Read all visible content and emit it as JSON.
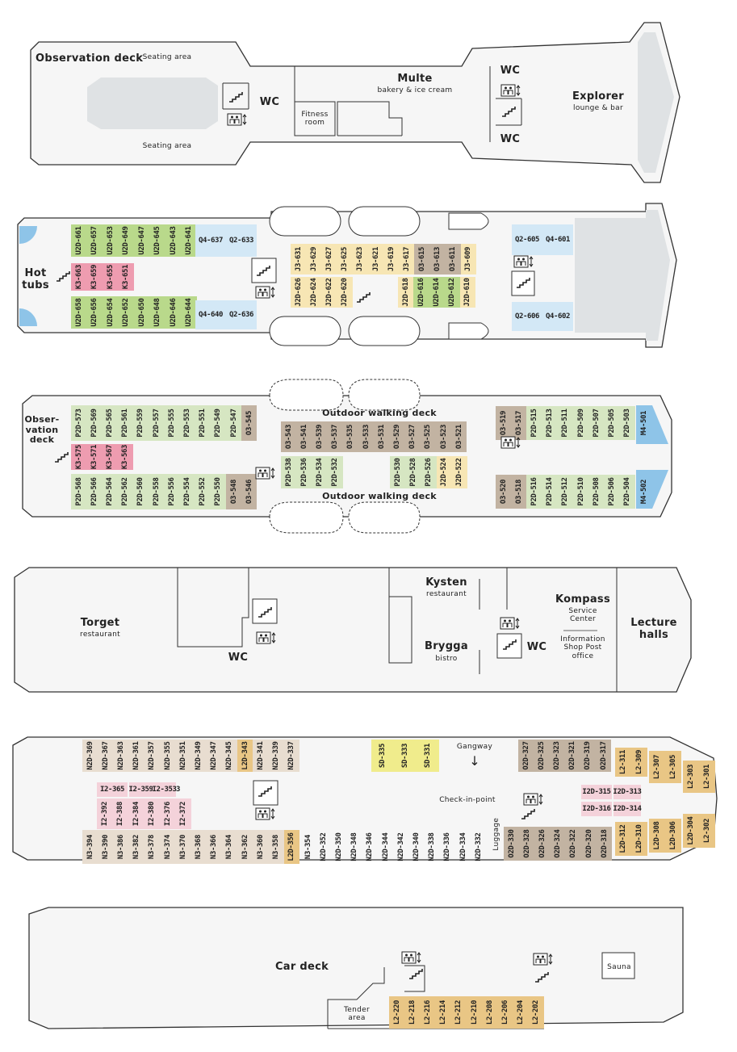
{
  "deck7": {
    "observation_deck": "Observation deck",
    "seating_top": "Seating area",
    "seating_bottom": "Seating area",
    "wc_left": "WC",
    "fitness": "Fitness room",
    "multe_title": "Multe",
    "multe_sub": "bakery & ice cream",
    "wc_right_top": "WC",
    "wc_right_bottom": "WC",
    "explorer_title": "Explorer",
    "explorer_sub": "lounge & bar"
  },
  "deck6": {
    "hot_tubs": "Hot tubs",
    "cabins": [
      {
        "id": "U2D-661",
        "c": "green"
      },
      {
        "id": "U2D-657",
        "c": "green"
      },
      {
        "id": "U2D-653",
        "c": "green"
      },
      {
        "id": "U2D-649",
        "c": "green"
      },
      {
        "id": "U2D-647",
        "c": "green"
      },
      {
        "id": "U2D-645",
        "c": "green"
      },
      {
        "id": "U2D-643",
        "c": "green"
      },
      {
        "id": "U2D-641",
        "c": "green"
      },
      {
        "id": "K3-663",
        "c": "pink"
      },
      {
        "id": "K3-659",
        "c": "pink"
      },
      {
        "id": "K3-655",
        "c": "pink"
      },
      {
        "id": "K3-651",
        "c": "pink"
      },
      {
        "id": "U2D-658",
        "c": "green"
      },
      {
        "id": "U2D-656",
        "c": "green"
      },
      {
        "id": "U2D-654",
        "c": "green"
      },
      {
        "id": "U2D-652",
        "c": "green"
      },
      {
        "id": "U2D-650",
        "c": "green"
      },
      {
        "id": "U2D-648",
        "c": "green"
      },
      {
        "id": "U2D-646",
        "c": "green"
      },
      {
        "id": "U2D-644",
        "c": "green"
      },
      {
        "id": "Q4-637",
        "c": "lblue"
      },
      {
        "id": "Q2-633",
        "c": "lblue"
      },
      {
        "id": "Q4-640",
        "c": "lblue"
      },
      {
        "id": "Q2-636",
        "c": "lblue"
      },
      {
        "id": "J3-631",
        "c": "cream"
      },
      {
        "id": "J3-629",
        "c": "cream"
      },
      {
        "id": "J3-627",
        "c": "cream"
      },
      {
        "id": "J3-625",
        "c": "cream"
      },
      {
        "id": "J3-623",
        "c": "cream"
      },
      {
        "id": "J3-621",
        "c": "cream"
      },
      {
        "id": "J3-619",
        "c": "cream"
      },
      {
        "id": "J3-617",
        "c": "cream"
      },
      {
        "id": "O3-615",
        "c": "taupe"
      },
      {
        "id": "O3-613",
        "c": "taupe"
      },
      {
        "id": "O3-611",
        "c": "taupe"
      },
      {
        "id": "J3-609",
        "c": "cream"
      },
      {
        "id": "J2D-626",
        "c": "cream"
      },
      {
        "id": "J2D-624",
        "c": "cream"
      },
      {
        "id": "J2D-622",
        "c": "cream"
      },
      {
        "id": "J2D-620",
        "c": "cream"
      },
      {
        "id": "J2D-618",
        "c": "cream"
      },
      {
        "id": "U2D-616",
        "c": "green"
      },
      {
        "id": "U2D-614",
        "c": "green"
      },
      {
        "id": "U2D-612",
        "c": "green"
      },
      {
        "id": "J2D-610",
        "c": "cream"
      },
      {
        "id": "Q2-605",
        "c": "lblue"
      },
      {
        "id": "Q4-601",
        "c": "lblue"
      },
      {
        "id": "Q2-606",
        "c": "lblue"
      },
      {
        "id": "Q4-602",
        "c": "lblue"
      }
    ]
  },
  "deck5": {
    "observation_deck": "Obser- vation deck",
    "walk_top": "Outdoor walking deck",
    "walk_bottom": "Outdoor walking deck",
    "cabins": [
      {
        "id": "P2D-573",
        "c": "sage"
      },
      {
        "id": "P2D-569",
        "c": "sage"
      },
      {
        "id": "P2D-565",
        "c": "sage"
      },
      {
        "id": "P2D-561",
        "c": "sage"
      },
      {
        "id": "P2D-559",
        "c": "sage"
      },
      {
        "id": "P2D-557",
        "c": "sage"
      },
      {
        "id": "P2D-555",
        "c": "sage"
      },
      {
        "id": "P2D-553",
        "c": "sage"
      },
      {
        "id": "P2D-551",
        "c": "sage"
      },
      {
        "id": "P2D-549",
        "c": "sage"
      },
      {
        "id": "P2D-547",
        "c": "sage"
      },
      {
        "id": "O3-545",
        "c": "taupe"
      },
      {
        "id": "K3-575",
        "c": "pink"
      },
      {
        "id": "K3-571",
        "c": "pink"
      },
      {
        "id": "K3-567",
        "c": "pink"
      },
      {
        "id": "K3-563",
        "c": "pink"
      },
      {
        "id": "P2D-568",
        "c": "sage"
      },
      {
        "id": "P2D-566",
        "c": "sage"
      },
      {
        "id": "P2D-564",
        "c": "sage"
      },
      {
        "id": "P2D-562",
        "c": "sage"
      },
      {
        "id": "P2D-560",
        "c": "sage"
      },
      {
        "id": "P2D-558",
        "c": "sage"
      },
      {
        "id": "P2D-556",
        "c": "sage"
      },
      {
        "id": "P2D-554",
        "c": "sage"
      },
      {
        "id": "P2D-552",
        "c": "sage"
      },
      {
        "id": "P2D-550",
        "c": "sage"
      },
      {
        "id": "O3-548",
        "c": "taupe"
      },
      {
        "id": "O3-546",
        "c": "taupe"
      },
      {
        "id": "O3-543",
        "c": "taupe"
      },
      {
        "id": "O3-541",
        "c": "taupe"
      },
      {
        "id": "O3-539",
        "c": "taupe"
      },
      {
        "id": "O3-537",
        "c": "taupe"
      },
      {
        "id": "O3-535",
        "c": "taupe"
      },
      {
        "id": "O3-533",
        "c": "taupe"
      },
      {
        "id": "O3-531",
        "c": "taupe"
      },
      {
        "id": "O3-529",
        "c": "taupe"
      },
      {
        "id": "O3-527",
        "c": "taupe"
      },
      {
        "id": "O3-525",
        "c": "taupe"
      },
      {
        "id": "O3-523",
        "c": "taupe"
      },
      {
        "id": "O3-521",
        "c": "taupe"
      },
      {
        "id": "P2D-538",
        "c": "sage"
      },
      {
        "id": "P2D-536",
        "c": "sage"
      },
      {
        "id": "P2D-534",
        "c": "sage"
      },
      {
        "id": "P2D-532",
        "c": "sage"
      },
      {
        "id": "P2D-530",
        "c": "sage"
      },
      {
        "id": "P2D-528",
        "c": "sage"
      },
      {
        "id": "P2D-526",
        "c": "sage"
      },
      {
        "id": "J2D-524",
        "c": "cream"
      },
      {
        "id": "J2D-522",
        "c": "cream"
      },
      {
        "id": "O3-519",
        "c": "taupe"
      },
      {
        "id": "O3-517",
        "c": "taupe"
      },
      {
        "id": "P2D-515",
        "c": "sage"
      },
      {
        "id": "P2D-513",
        "c": "sage"
      },
      {
        "id": "P2D-511",
        "c": "sage"
      },
      {
        "id": "P2D-509",
        "c": "sage"
      },
      {
        "id": "P2D-507",
        "c": "sage"
      },
      {
        "id": "P2D-505",
        "c": "sage"
      },
      {
        "id": "P2D-503",
        "c": "sage"
      },
      {
        "id": "M4-501",
        "c": "blue"
      },
      {
        "id": "O3-520",
        "c": "taupe"
      },
      {
        "id": "O3-518",
        "c": "taupe"
      },
      {
        "id": "P2D-516",
        "c": "sage"
      },
      {
        "id": "P2D-514",
        "c": "sage"
      },
      {
        "id": "P2D-512",
        "c": "sage"
      },
      {
        "id": "P2D-510",
        "c": "sage"
      },
      {
        "id": "P2D-508",
        "c": "sage"
      },
      {
        "id": "P2D-506",
        "c": "sage"
      },
      {
        "id": "P2D-504",
        "c": "sage"
      },
      {
        "id": "M4-502",
        "c": "blue"
      }
    ]
  },
  "deck4": {
    "torget_title": "Torget",
    "torget_sub": "restaurant",
    "wc_left": "WC",
    "kysten_title": "Kysten",
    "kysten_sub": "restaurant",
    "brygga_title": "Brygga",
    "brygga_sub": "bistro",
    "wc_right": "WC",
    "kompass_title": "Kompass",
    "kompass_sub": "Service Center",
    "info_lines": "Information Shop Post office",
    "lecture": "Lecture halls"
  },
  "deck3": {
    "gangway": "Gangway",
    "gangway_arrow": "↓",
    "checkin": "Check-in-point",
    "luggage": "Luggage",
    "cabins": [
      {
        "id": "N2D-369",
        "c": "beige"
      },
      {
        "id": "N2D-367",
        "c": "beige"
      },
      {
        "id": "N2D-363",
        "c": "beige"
      },
      {
        "id": "N2D-361",
        "c": "beige"
      },
      {
        "id": "N2D-357",
        "c": "beige"
      },
      {
        "id": "N2D-355",
        "c": "beige"
      },
      {
        "id": "N2D-351",
        "c": "beige"
      },
      {
        "id": "N2D-349",
        "c": "beige"
      },
      {
        "id": "N2D-347",
        "c": "beige"
      },
      {
        "id": "N2D-345",
        "c": "beige"
      },
      {
        "id": "L2D-343",
        "c": "orange"
      },
      {
        "id": "N2D-341",
        "c": "beige"
      },
      {
        "id": "N2D-339",
        "c": "beige"
      },
      {
        "id": "N2D-337",
        "c": "beige"
      },
      {
        "id": "I2-365",
        "c": "lpink"
      },
      {
        "id": "I2-359",
        "c": "lpink"
      },
      {
        "id": "I2-353",
        "c": "lpink"
      },
      {
        "id": "I2-392",
        "c": "lpink"
      },
      {
        "id": "I2-388",
        "c": "lpink"
      },
      {
        "id": "I2-384",
        "c": "lpink"
      },
      {
        "id": "I2-380",
        "c": "lpink"
      },
      {
        "id": "I2-376",
        "c": "lpink"
      },
      {
        "id": "I2-372",
        "c": "lpink"
      },
      {
        "id": "N3-394",
        "c": "beige"
      },
      {
        "id": "N3-390",
        "c": "beige"
      },
      {
        "id": "N3-386",
        "c": "beige"
      },
      {
        "id": "N3-382",
        "c": "beige"
      },
      {
        "id": "N3-378",
        "c": "beige"
      },
      {
        "id": "N3-374",
        "c": "beige"
      },
      {
        "id": "N3-370",
        "c": "beige"
      },
      {
        "id": "N3-368",
        "c": "beige"
      },
      {
        "id": "N3-366",
        "c": "beige"
      },
      {
        "id": "N3-364",
        "c": "beige"
      },
      {
        "id": "N3-362",
        "c": "beige"
      },
      {
        "id": "N3-360",
        "c": "beige"
      },
      {
        "id": "N3-358",
        "c": "beige"
      },
      {
        "id": "L2D-356",
        "c": "orange"
      },
      {
        "id": "N3-354",
        "c": "none"
      },
      {
        "id": "N2D-352",
        "c": "none"
      },
      {
        "id": "N2D-350",
        "c": "none"
      },
      {
        "id": "N2D-348",
        "c": "none"
      },
      {
        "id": "N2D-346",
        "c": "none"
      },
      {
        "id": "N2D-344",
        "c": "none"
      },
      {
        "id": "N2D-342",
        "c": "none"
      },
      {
        "id": "N2D-340",
        "c": "none"
      },
      {
        "id": "N2D-338",
        "c": "none"
      },
      {
        "id": "N2D-336",
        "c": "none"
      },
      {
        "id": "N2D-334",
        "c": "none"
      },
      {
        "id": "N2D-332",
        "c": "none"
      },
      {
        "id": "SD-335",
        "c": "yellow"
      },
      {
        "id": "SD-333",
        "c": "yellow"
      },
      {
        "id": "SD-331",
        "c": "yellow"
      },
      {
        "id": "O2D-327",
        "c": "taupe"
      },
      {
        "id": "O2D-325",
        "c": "taupe"
      },
      {
        "id": "O2D-323",
        "c": "taupe"
      },
      {
        "id": "O2D-321",
        "c": "taupe"
      },
      {
        "id": "O2D-319",
        "c": "taupe"
      },
      {
        "id": "O2D-317",
        "c": "taupe"
      },
      {
        "id": "L2-311",
        "c": "orange"
      },
      {
        "id": "L2-309",
        "c": "orange"
      },
      {
        "id": "L2-307",
        "c": "orange"
      },
      {
        "id": "L2-305",
        "c": "orange"
      },
      {
        "id": "L2-303",
        "c": "orange"
      },
      {
        "id": "L2-301",
        "c": "orange"
      },
      {
        "id": "I2D-315",
        "c": "lpink"
      },
      {
        "id": "I2D-313",
        "c": "lpink"
      },
      {
        "id": "I2D-316",
        "c": "lpink"
      },
      {
        "id": "I2D-314",
        "c": "lpink"
      },
      {
        "id": "O2D-330",
        "c": "taupe"
      },
      {
        "id": "O2D-328",
        "c": "taupe"
      },
      {
        "id": "O2D-326",
        "c": "taupe"
      },
      {
        "id": "O2D-324",
        "c": "taupe"
      },
      {
        "id": "O2D-322",
        "c": "taupe"
      },
      {
        "id": "O2D-320",
        "c": "taupe"
      },
      {
        "id": "O2D-318",
        "c": "taupe"
      },
      {
        "id": "L2D-312",
        "c": "orange"
      },
      {
        "id": "L2D-310",
        "c": "orange"
      },
      {
        "id": "L2D-308",
        "c": "orange"
      },
      {
        "id": "L2D-306",
        "c": "orange"
      },
      {
        "id": "L2D-304",
        "c": "orange"
      },
      {
        "id": "L2-302",
        "c": "orange"
      }
    ]
  },
  "deck2": {
    "car_deck": "Car deck",
    "tender": "Tender area",
    "sauna": "Sauna",
    "cabins": [
      {
        "id": "L2-220",
        "c": "orange"
      },
      {
        "id": "L2-218",
        "c": "orange"
      },
      {
        "id": "L2-216",
        "c": "orange"
      },
      {
        "id": "L2-214",
        "c": "orange"
      },
      {
        "id": "L2-212",
        "c": "orange"
      },
      {
        "id": "L2-210",
        "c": "orange"
      },
      {
        "id": "L2-208",
        "c": "orange"
      },
      {
        "id": "L2-206",
        "c": "orange"
      },
      {
        "id": "L2-204",
        "c": "orange"
      },
      {
        "id": "L2-202",
        "c": "orange"
      }
    ]
  },
  "icons": {
    "stairs": "stairs-icon",
    "elevator": "elevator-icon"
  },
  "colors": {
    "green": "#b9d98b",
    "sage": "#d6e6c2",
    "pink": "#ee9cb0",
    "light_pink": "#f4d2da",
    "cream": "#f7e6b4",
    "taupe": "#c2b3a2",
    "light_blue": "#d3e8f6",
    "blue": "#8ec4e8",
    "orange": "#e9c685",
    "yellow": "#f0ec8c",
    "beige": "#e8ddd0",
    "grey_area": "#dfe2e4"
  }
}
